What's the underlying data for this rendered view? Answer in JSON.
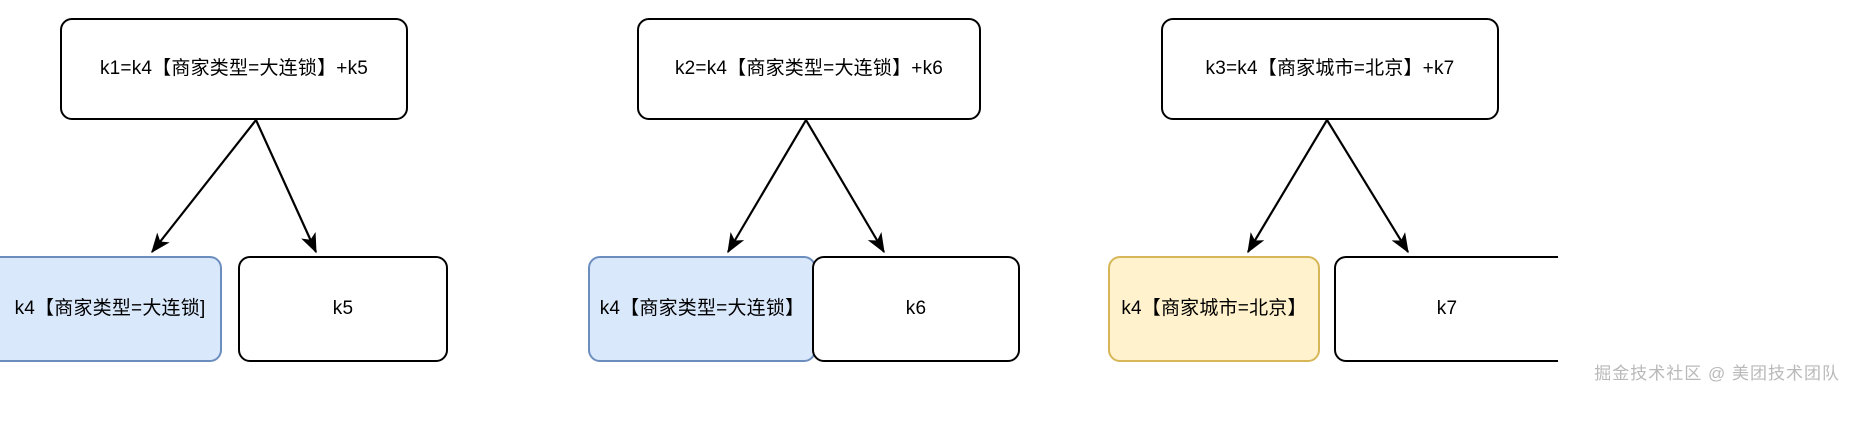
{
  "diagram": {
    "title": "",
    "type": "tree-group",
    "groups": [
      {
        "id": "group-1",
        "parent": {
          "label": "k1=k4【商家类型=大连锁】+k5",
          "fill": "#ffffff",
          "stroke": "#000000"
        },
        "children": [
          {
            "label": "k4【商家类型=大连锁]",
            "fill": "#dae8fc",
            "stroke": "#6c8ebf",
            "highlight": "blue"
          },
          {
            "label": "k5",
            "fill": "#ffffff",
            "stroke": "#000000",
            "highlight": "none"
          }
        ]
      },
      {
        "id": "group-2",
        "parent": {
          "label": "k2=k4【商家类型=大连锁】+k6",
          "fill": "#ffffff",
          "stroke": "#000000"
        },
        "children": [
          {
            "label": "k4【商家类型=大连锁】",
            "fill": "#dae8fc",
            "stroke": "#6c8ebf",
            "highlight": "blue"
          },
          {
            "label": "k6",
            "fill": "#ffffff",
            "stroke": "#000000",
            "highlight": "none"
          }
        ]
      },
      {
        "id": "group-3",
        "parent": {
          "label": "k3=k4【商家城市=北京】+k7",
          "fill": "#ffffff",
          "stroke": "#000000"
        },
        "children": [
          {
            "label": "k4【商家城市=北京】",
            "fill": "#fff2cc",
            "stroke": "#d6b656",
            "highlight": "yellow"
          },
          {
            "label": "k7",
            "fill": "#ffffff",
            "stroke": "#000000",
            "highlight": "none"
          }
        ]
      }
    ],
    "edge_color": "#000000",
    "watermark": "掘金技术社区 @ 美团技术团队"
  }
}
